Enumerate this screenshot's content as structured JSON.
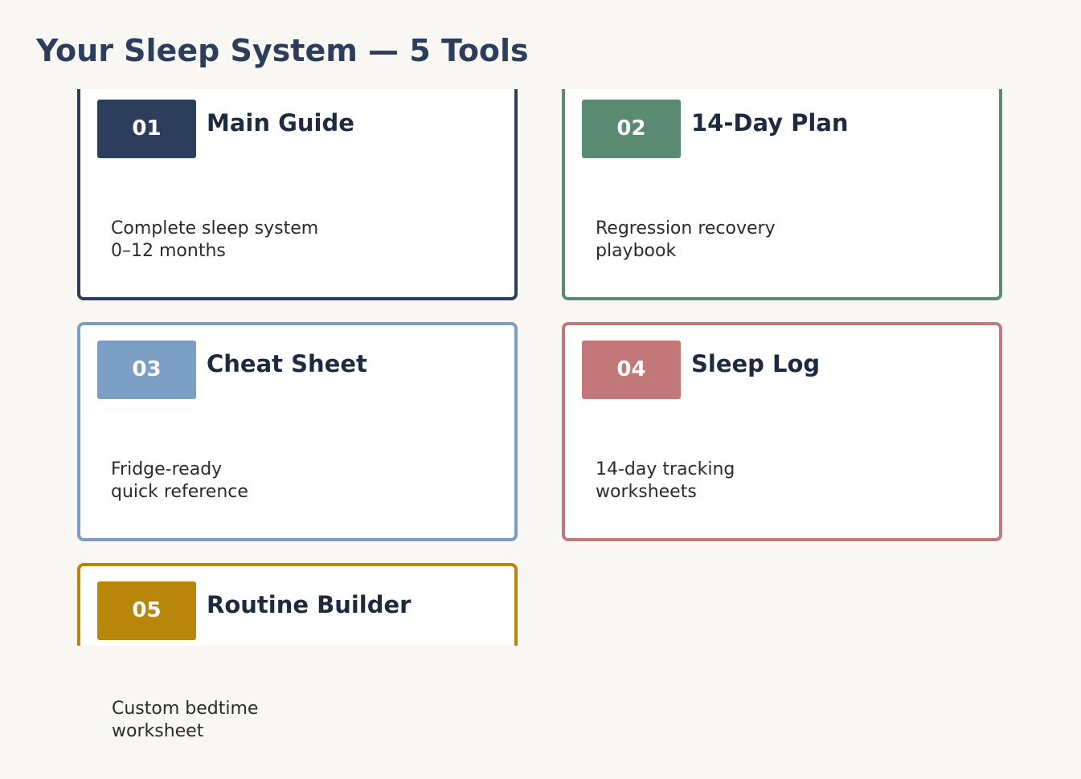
{
  "title": "Your Sleep System — 5 Tools",
  "cards": [
    {
      "number": "01",
      "title": "Main Guide",
      "desc_line1": "Complete sleep system",
      "desc_line2": "0–12 months",
      "color": "#2c3e5c"
    },
    {
      "number": "02",
      "title": "14-Day Plan",
      "desc_line1": "Regression recovery",
      "desc_line2": "playbook",
      "color": "#5a8a72"
    },
    {
      "number": "03",
      "title": "Cheat Sheet",
      "desc_line1": "Fridge-ready",
      "desc_line2": "quick reference",
      "color": "#7b9ec4"
    },
    {
      "number": "04",
      "title": "Sleep Log",
      "desc_line1": "14-day tracking",
      "desc_line2": "worksheets",
      "color": "#c27878"
    },
    {
      "number": "05",
      "title": "Routine Builder",
      "desc_line1": "Custom bedtime",
      "desc_line2": "worksheet",
      "color": "#b8860b"
    }
  ],
  "colors": {
    "background": "#f9f7f4",
    "title": "#2c3e5c",
    "card_title": "#1e2a3f",
    "card_text": "#2b2b2b"
  }
}
